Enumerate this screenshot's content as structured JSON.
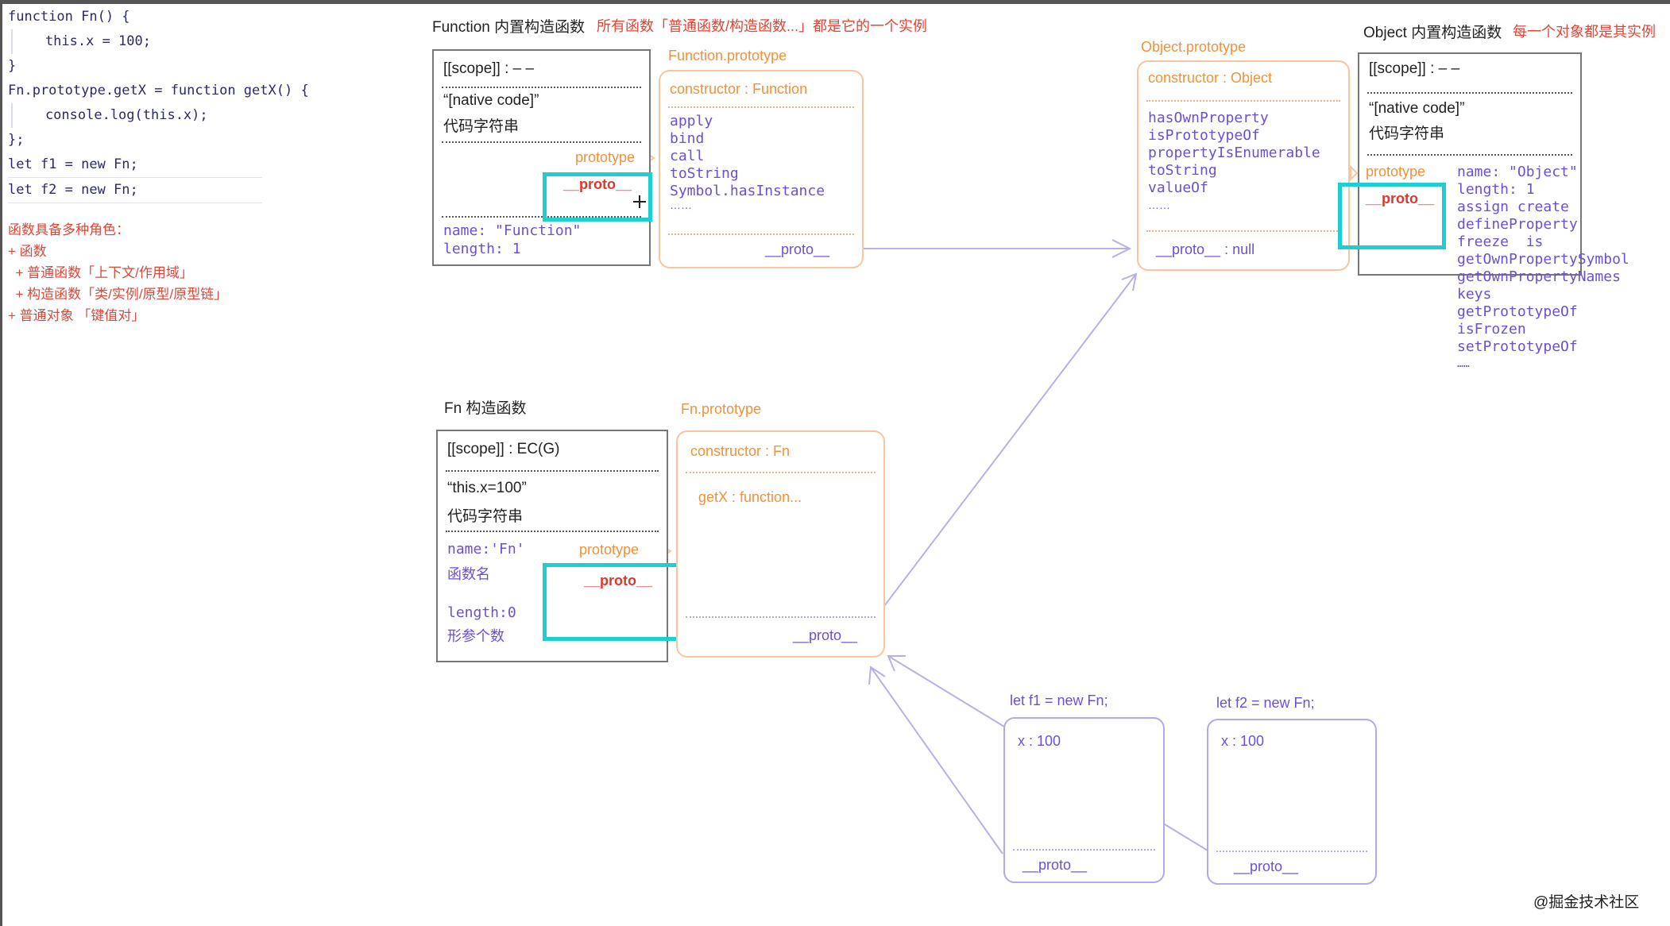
{
  "code": {
    "lines": [
      "function Fn() {",
      "    this.x = 100;",
      "}",
      "Fn.prototype.getX = function getX() {",
      "    console.log(this.x);",
      "};",
      "let f1 = new Fn;",
      "let f2 = new Fn;"
    ]
  },
  "roles": {
    "title": "函数具备多种角色：",
    "items": [
      "+ 函数",
      "  + 普通函数「上下文/作用域」",
      "  + 构造函数「类/实例/原型/原型链」",
      "+ 普通对象 「键值对」"
    ]
  },
  "function_ctor": {
    "header": "Function 内置构造函数",
    "note": "所有函数「普通函数/构造函数...」都是它的一个实例",
    "scope": "[[scope]] : – –",
    "native": "“[native code]”",
    "code_label": "代码字符串",
    "prototype_label": "prototype",
    "proto_label": "__proto__",
    "name_line": "name: \"Function\"",
    "length_line": "length: 1"
  },
  "function_prototype": {
    "title": "Function.prototype",
    "constructor": "constructor : Function",
    "methods": [
      "apply",
      "bind",
      "call",
      "toString",
      "Symbol.hasInstance"
    ],
    "ellipsis": "……",
    "proto_label": "__proto__"
  },
  "object_prototype": {
    "title": "Object.prototype",
    "constructor": "constructor :  Object",
    "methods": [
      "hasOwnProperty",
      "isPrototypeOf",
      "propertyIsEnumerable",
      "toString",
      "valueOf"
    ],
    "ellipsis": "……",
    "proto_label": "__proto__ : null"
  },
  "object_ctor": {
    "header": "Object 内置构造函数",
    "note": "每一个对象都是其实例",
    "scope": "[[scope]] : – –",
    "native": "“[native code]”",
    "code_label": "代码字符串",
    "prototype_label": "prototype",
    "proto_label": "__proto__",
    "props": [
      "name: \"Object\"",
      "length: 1",
      "assign create",
      "defineProperty",
      "freeze  is",
      "getOwnPropertySymbol",
      "getOwnPropertyNames",
      "keys",
      "getPrototypeOf",
      "isFrozen",
      "setPrototypeOf",
      "……"
    ]
  },
  "fn_ctor": {
    "header": "Fn 构造函数",
    "scope": "[[scope]] : EC(G)",
    "code": "“this.x=100”",
    "code_label": "代码字符串",
    "name_line": "name:'Fn'",
    "name_label": "函数名",
    "length_line": "length:0",
    "length_label": "形参个数",
    "prototype_label": "prototype",
    "proto_label": "__proto__"
  },
  "fn_prototype": {
    "title": "Fn.prototype",
    "constructor": "constructor : Fn",
    "method": "getX : function...",
    "proto_label": "__proto__"
  },
  "f1": {
    "title": "let f1 = new Fn;",
    "x": "x : 100",
    "proto_label": "__proto__"
  },
  "f2": {
    "title": "let f2 = new Fn;",
    "x": "x : 100",
    "proto_label": "__proto__"
  },
  "watermark": "@掘金技术社区",
  "colors": {
    "highlight": "#1ecfd1",
    "orange": "#f0923b",
    "purple": "#6f4fd1",
    "red": "#d93a2f",
    "arrow": "#b9b0e4"
  }
}
